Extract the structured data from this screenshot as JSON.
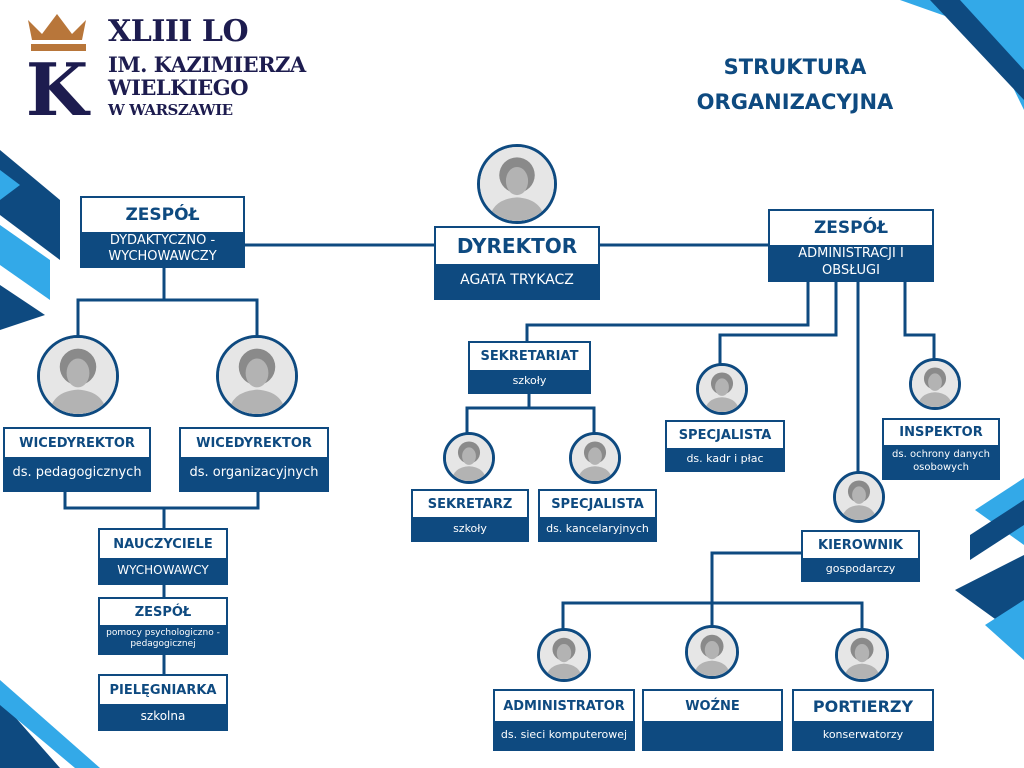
{
  "logo": {
    "line1": "XLIII LO",
    "line2": "IM. KAZIMIERZA",
    "line3": "WIELKIEGO",
    "line4": "W WARSZAWIE",
    "letter": "K"
  },
  "title": {
    "line1": "STRUKTURA",
    "line2": "ORGANIZACYJNA"
  },
  "colors": {
    "navy": "#0e4a80",
    "light_blue": "#33a9e8",
    "logo_navy": "#1d1c4f",
    "crown": "#b8763a"
  },
  "nodes": {
    "dyrektor": {
      "title": "DYREKTOR",
      "sub": "AGATA TRYKACZ"
    },
    "zespol_dyd": {
      "title": "ZESPÓŁ",
      "sub": "DYDAKTYCZNO - WYCHOWAWCZY"
    },
    "zespol_adm": {
      "title": "ZESPÓŁ",
      "sub": "ADMINISTRACJI I OBSŁUGI"
    },
    "wicedyrektor_ped": {
      "title": "WICEDYREKTOR",
      "sub": "ds. pedagogicznych"
    },
    "wicedyrektor_org": {
      "title": "WICEDYREKTOR",
      "sub": "ds. organizacyjnych"
    },
    "nauczyciele": {
      "title": "NAUCZYCIELE",
      "sub": "WYCHOWAWCY"
    },
    "zespol_pomocy": {
      "title": "ZESPÓŁ",
      "sub": "pomocy psychologiczno - pedagogicznej"
    },
    "pielegniarka": {
      "title": "PIELĘGNIARKA",
      "sub": "szkolna"
    },
    "sekretariat": {
      "title": "SEKRETARIAT",
      "sub": "szkoły"
    },
    "sekretarz": {
      "title": "SEKRETARZ",
      "sub": "szkoły"
    },
    "specjalista_kanc": {
      "title": "SPECJALISTA",
      "sub": "ds. kancelaryjnych"
    },
    "specjalista_kadr": {
      "title": "SPECJALISTA",
      "sub": "ds. kadr i płac"
    },
    "inspektor": {
      "title": "INSPEKTOR",
      "sub": "ds. ochrony danych osobowych"
    },
    "kierownik": {
      "title": "KIEROWNIK",
      "sub": "gospodarczy"
    },
    "administrator": {
      "title": "ADMINISTRATOR",
      "sub": "ds. sieci komputerowej"
    },
    "wozne": {
      "title": "WOŹNE",
      "sub": ""
    },
    "portierzy": {
      "title": "PORTIERZY",
      "sub": "konserwatorzy"
    }
  }
}
